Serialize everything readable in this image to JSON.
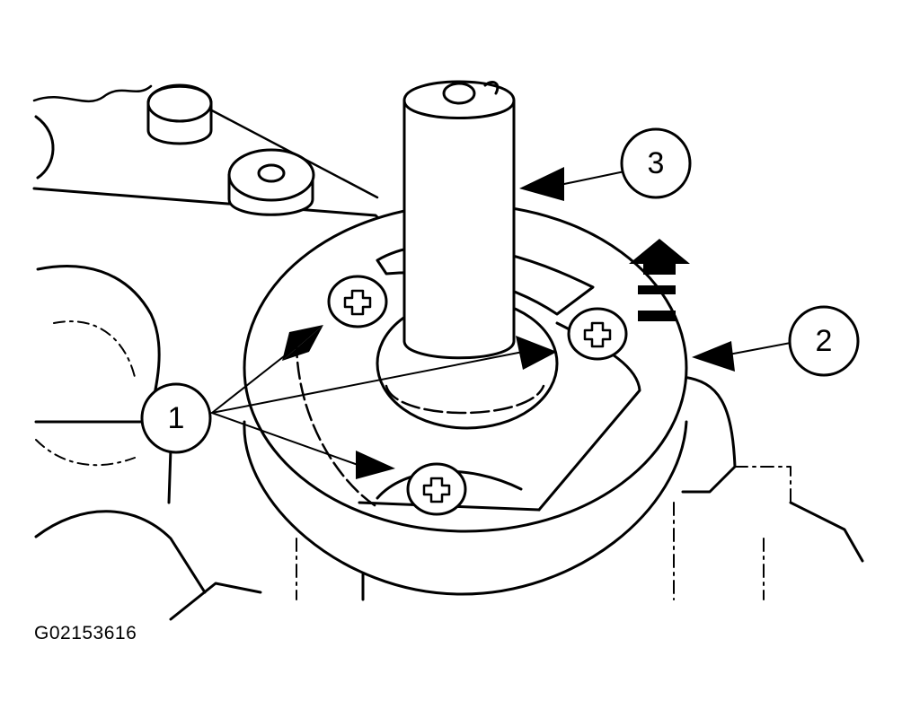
{
  "figure": {
    "code": "G02153616",
    "callouts": [
      {
        "id": "callout-1",
        "label": "1"
      },
      {
        "id": "callout-2",
        "label": "2"
      },
      {
        "id": "callout-3",
        "label": "3"
      }
    ],
    "colors": {
      "ink": "#000000",
      "paper": "#ffffff"
    },
    "icons": [
      "screw-icon",
      "up-direction-arrow-icon"
    ]
  }
}
